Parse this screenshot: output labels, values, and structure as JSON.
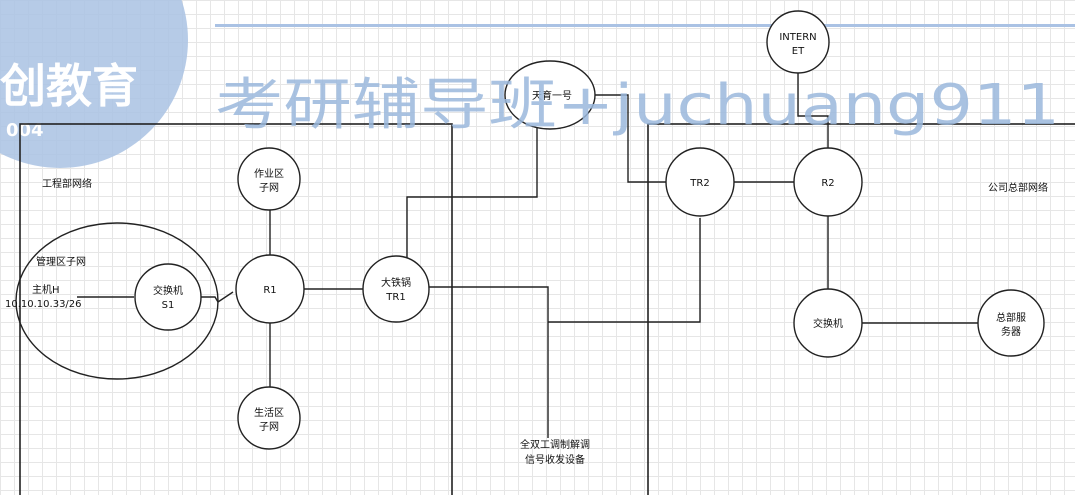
{
  "watermark": {
    "text": "考研辅导班+juchuang911",
    "logo_text": "创教育",
    "logo_sub": "004",
    "color": "#9ab7dc"
  },
  "regions": {
    "engineering": "工程部网络",
    "management_subnet": "管理区子网",
    "headquarters": "公司总部网络"
  },
  "host": {
    "name": "主机H",
    "ip": "10.10.10.33/26"
  },
  "nodes": {
    "switch_s1": [
      "交换机",
      "S1"
    ],
    "r1": [
      "R1"
    ],
    "work_subnet": [
      "作业区",
      "子网"
    ],
    "living_subnet": [
      "生活区",
      "子网"
    ],
    "tr1": [
      "大铁锅",
      "TR1"
    ],
    "satellite": [
      "天育一号"
    ],
    "internet": [
      "INTERN",
      "ET"
    ],
    "tr2": [
      "TR2"
    ],
    "r2": [
      "R2"
    ],
    "hq_switch": [
      "交换机"
    ],
    "hq_server": [
      "总部服",
      "务器"
    ]
  },
  "modem_label": [
    "全双工调制解调",
    "信号收发设备"
  ]
}
